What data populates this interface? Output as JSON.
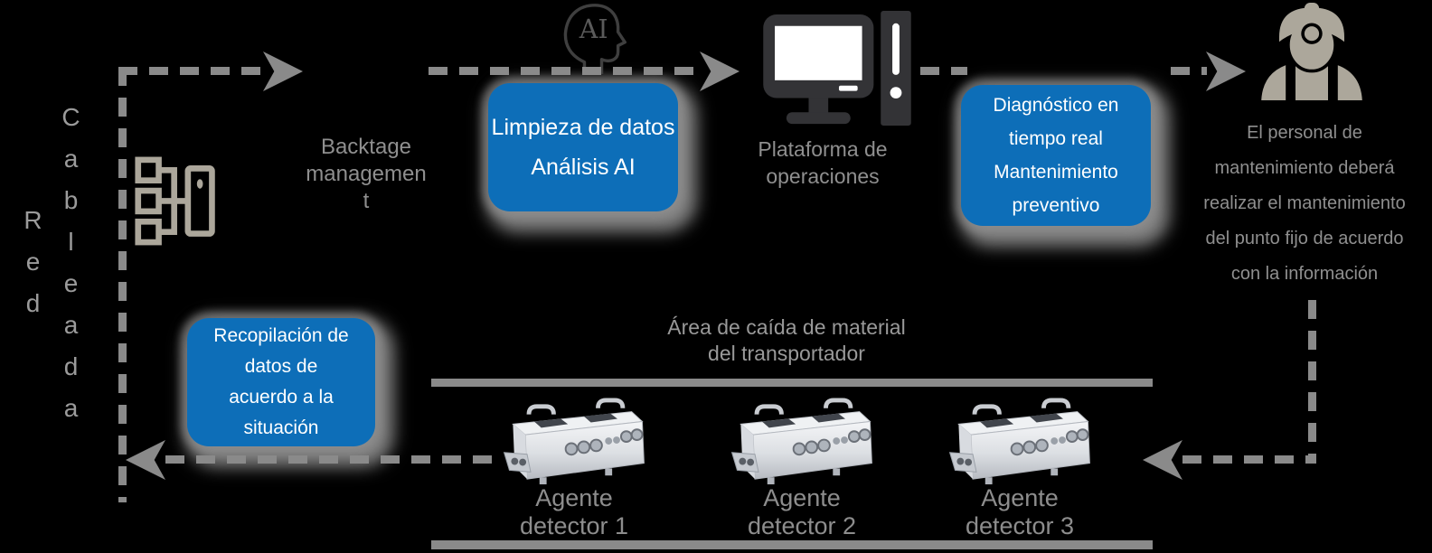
{
  "colors": {
    "background": "#000000",
    "accent_blue": "#0d6eb8",
    "connector_gray": "#8a8a8a",
    "label_gray": "#8f8f8f",
    "beige_icon": "#aca79b",
    "dark_icon": "#333333",
    "box_text": "#ffffff"
  },
  "rail": {
    "outer": "Red",
    "inner": "Cableada"
  },
  "backstage": {
    "l1": "Backtage",
    "l2": "managemen",
    "l3": "t"
  },
  "ai_icon_label": "AI",
  "box_limpieza": {
    "l1": "Limpieza de datos",
    "l2": "Análisis AI"
  },
  "plataforma": {
    "l1": "Plataforma de",
    "l2": "operaciones"
  },
  "box_diagnostico": {
    "l1": "Diagnóstico en",
    "l2": "tiempo real",
    "l3": "Mantenimiento",
    "l4": "preventivo"
  },
  "worker_note": {
    "l1": "El personal de",
    "l2": "mantenimiento deberá",
    "l3": "realizar el mantenimiento",
    "l4": "del punto fijo de acuerdo",
    "l5": "con la información"
  },
  "area_label": {
    "l1": "Área de caída de material",
    "l2": "del transportador"
  },
  "box_recopilacion": {
    "l1": "Recopilación de",
    "l2": "datos de",
    "l3": "acuerdo a la",
    "l4": "situación"
  },
  "detectors": [
    {
      "l1": "Agente",
      "l2": "detector 1"
    },
    {
      "l1": "Agente",
      "l2": "detector 2"
    },
    {
      "l1": "Agente",
      "l2": "detector 3"
    }
  ],
  "icons": {
    "network": "network-switch-icon",
    "ai": "ai-head-icon",
    "computer": "desktop-computer-icon",
    "worker": "maintenance-worker-icon",
    "detector": "detector-device-image"
  }
}
